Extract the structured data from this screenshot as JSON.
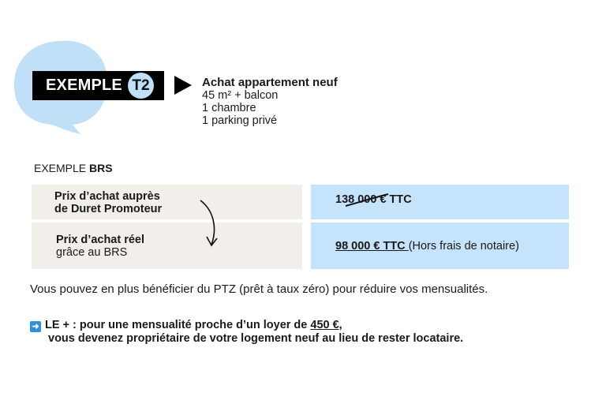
{
  "header": {
    "tag_label": "EXEMPLE",
    "tag_badge": "T2",
    "title": "Achat appartement neuf",
    "specs": [
      "45 m² + balcon",
      "1 chambre",
      "1 parking privé"
    ]
  },
  "section": {
    "prefix": "EXEMPLE ",
    "bold": "BRS"
  },
  "table": {
    "row1": {
      "label": [
        "Prix d’achat auprès",
        "de Duret Promoteur"
      ],
      "price_struck": "138 000 €",
      "price_suffix": " TTC"
    },
    "row2": {
      "label_bold": "Prix d’achat réel",
      "label_sub": "grâce au BRS",
      "price": "98 000 € TTC ",
      "note": "(Hors frais de notaire)"
    }
  },
  "paragraph": "Vous pouvez en plus bénéficier du PTZ (prêt à taux zéro) pour réduire vos mensualités.",
  "plus": {
    "icon": "arrow-right-icon",
    "lead": "LE + : pour une mensualité proche d’un loyer de ",
    "amount": "450 €",
    "after": ",",
    "line2": "vous devenez propriétaire de votre logement neuf au lieu de rester locataire."
  },
  "colors": {
    "bubble": "#bfe0f7",
    "gray": "#f2efea",
    "blue": "#c5e4fb"
  }
}
